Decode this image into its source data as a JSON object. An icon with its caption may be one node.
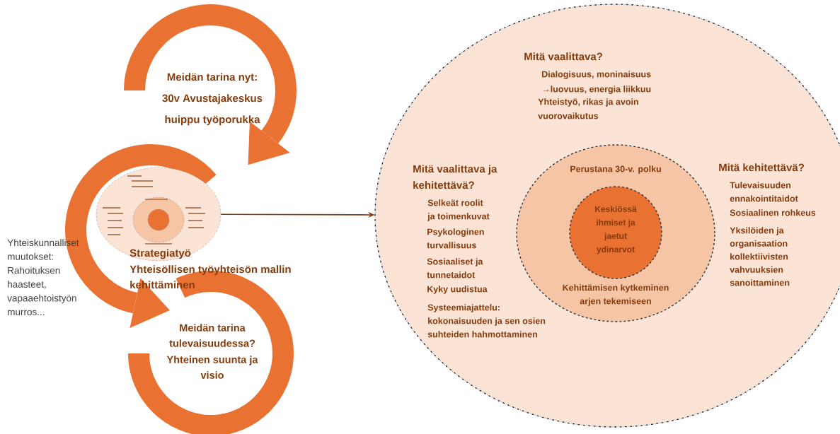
{
  "diagram": {
    "nodes": [
      {
        "text": [
          "Meidän tarina nyt: 30v Avustajakeskus huippu työporukka"
        ]
      },
      {
        "text": [
          "Strategiatyö",
          "Yhteisöllisen työyhteisön mallin kehittäminen"
        ]
      },
      {
        "text": [
          "Meidän tarina tulevaisuudessa?",
          "Yhteinen suunta ja visio"
        ]
      },
      {
        "text": [
          "Mitä vaalittava?",
          "Dialogisuus, moninaisuus →luovuus, energia liikkuu",
          "Yhteistyö, rikas ja avoin vuorovaikutus",
          "Mitä vaalittava ja kehitettävä?",
          "Selkeät roolit ja toimenkuvat",
          "Psykologinen turvallisuus",
          "Sosiaaliset ja tunnetaidot",
          "Kyky uudistua",
          "Systeemiajattelu: kokonaisuuden ja sen osien suhteiden hahmottaminen",
          "Mitä kehitettävä?",
          "Tulevaisuuden ennakointitaidot",
          "Sosiaalinen rohkeus",
          "Yksilöiden ja organisaation kollektiivisten vahvuuksien sanoittaminen"
        ]
      },
      {
        "text": [
          "Perustana 30-v. polku",
          "Kehittämisen kytkeminen arjen tekemiseen"
        ],
        "in": 3
      },
      {
        "text": [
          "Keskiössä ihmiset ja jaetut ydinarvot"
        ],
        "in": 4
      }
    ],
    "edges": [
      {
        "from": 1,
        "to": 3,
        "arrow": "to"
      }
    ],
    "labels": [
      "Yhteiskunnalliset muutokset: Rahoituksen haasteet, vapaaehtoistyön murros..."
    ]
  }
}
